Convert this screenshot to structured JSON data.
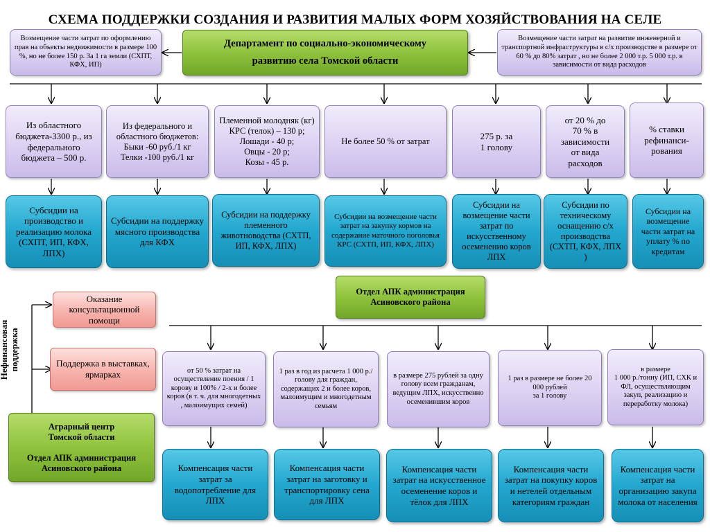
{
  "title": "СХЕМА ПОДДЕРЖКИ СОЗДАНИЯ И РАЗВИТИЯ МАЛЫХ ФОРМ ХОЗЯЙСТВОВАНИЯ НА СЕЛЕ",
  "department": "Департамент по социально-экономическому\nразвитию села Томской области",
  "left_top": "Возмещение части затрат по оформлению прав на объекты недвижимости в размере 100 %, но не более 150 р. За 1 га земли (СХПТ, КФХ, ИП)",
  "right_top": "Возмещение части затрат на развитие инженерной и транспортной инфраструктуры в с/х производстве в размере от 60 % до 80%  затрат , но не более  2 000 т.р. 5 000 т.р.  в зависимости от вида расходов",
  "conditions": [
    "Из областного бюджета-3300 р., из федерального бюджета – 500 р.",
    "Из федерального и областного бюджетов:\nБыки -60 руб./1 кг\nТелки -100 руб./1 кг",
    "Племенной молодняк (кг)\nКРС (телок) – 130 р;\nЛошади - 40 р;\nОвцы  - 20 р;\nКозы  - 45 р.",
    "Не более 50 % от затрат",
    "275 р. за\n1 голову",
    "от 20 % до\n70 % в\nзависимости\nот вида\nрасходов",
    "% ставки\nрефинанси-\nрования"
  ],
  "subsidies": [
    "Субсидии на производство и реализацию молока (СХПТ, ИП, КФХ, ЛПХ)",
    "Субсидии на поддержку мясного производства для КФХ",
    "Субсидии на поддержку племенного животноводства (СХТП, ИП, КФХ, ЛПХ)",
    "Субсидии на возмещение части затрат  на закупку кормов на содержание маточного поголовья КРС (СХТП, ИП, КФХ, ЛПХ)",
    "Субсидии  на возмещение части затрат по искусственному осеменению коров  ЛПХ",
    "Субсидии по техническому оснащению с/х производства (СХТП, КФХ, ЛПХ )",
    "Субсидии на возмещение части затрат на уплату % по кредитам"
  ],
  "apk_mid": "Отдел АПК администрация\nАсиновского района",
  "side_label": "Нефинансовая поддержка",
  "consult": "Оказание консультационной помощи",
  "exhibitions": "Поддержка в выставках, ярмарках",
  "agro": "Аграрный центр\nТомской области\n\nОтдел АПК администрация\nАсиновского района",
  "bottom_conditions": [
    "от 50 % затрат на осуществление поения / 1 корову и 100% / 2-х и более коров (в т. ч. для многодетных , малоимущих семей)",
    "1 раз в год из  расчета 1 000  р./голову  для граждан, содержащих 2 и более коров, малоимущим и многодетным семьям",
    "в размере 275 рублей за одну голову всем гражданам, ведущим ЛПХ, искусственно осеменившим коров",
    "1 раз в размере не более 20 000 рублей\nза 1 голову",
    "в размере\n1 000 р./тонну (ИП, СХК и ФЛ, осуществляющим закуп, реализацию и переработку молока)"
  ],
  "compensations": [
    "Компенсация части затрат за водопотребление для ЛПХ",
    "Компенсация части затрат на заготовку и транспортировку сена для ЛПХ",
    "Компенсация части затрат  на искусственное осеменение коров и тёлок для ЛПХ",
    "Компенсация части затрат на покупку коров и нетелей отдельным категориям граждан",
    "Компенсация части затрат на организацию закупа молока от населения"
  ]
}
